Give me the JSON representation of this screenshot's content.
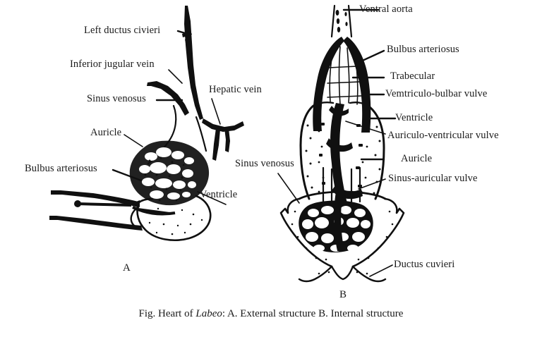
{
  "figure": {
    "caption_prefix": "Fig. Heart of ",
    "caption_italic": "Labeo",
    "caption_suffix": ": A. External structure   B. Internal structure",
    "panel_a_letter": "A",
    "panel_b_letter": "B"
  },
  "panel_a": {
    "title": "External structure",
    "labels": [
      {
        "id": "left-ductus-civieri",
        "text": "Left ductus civieri"
      },
      {
        "id": "inferior-jugular-vein",
        "text": "Inferior jugular vein"
      },
      {
        "id": "sinus-venosus",
        "text": "Sinus venosus"
      },
      {
        "id": "hepatic-vein",
        "text": "Hepatic vein"
      },
      {
        "id": "auricle",
        "text": "Auricle"
      },
      {
        "id": "bulbus-arteriosus",
        "text": "Bulbus arteriosus"
      },
      {
        "id": "ventricle",
        "text": "Ventricle"
      }
    ]
  },
  "panel_b": {
    "title": "Internal structure",
    "labels": [
      {
        "id": "ventral-aorta",
        "text": "Ventral aorta"
      },
      {
        "id": "bulbus-arteriosus",
        "text": "Bulbus arteriosus"
      },
      {
        "id": "trabecular",
        "text": "Trabecular"
      },
      {
        "id": "vemtriculo-bulbar-vulve",
        "text": "Vemtriculo-bulbar vulve"
      },
      {
        "id": "ventricle",
        "text": "Ventricle"
      },
      {
        "id": "auriculo-ventricular-vulve",
        "text": "Auriculo-ventricular vulve"
      },
      {
        "id": "auricle",
        "text": "Auricle"
      },
      {
        "id": "sinus-auricular-vulve",
        "text": "Sinus-auricular vulve"
      },
      {
        "id": "sinus-venosus",
        "text": "Sinus venosus"
      },
      {
        "id": "ductus-cuvieri",
        "text": "Ductus cuvieri"
      }
    ]
  },
  "colors": {
    "ink": "#101010",
    "background": "#ffffff"
  }
}
